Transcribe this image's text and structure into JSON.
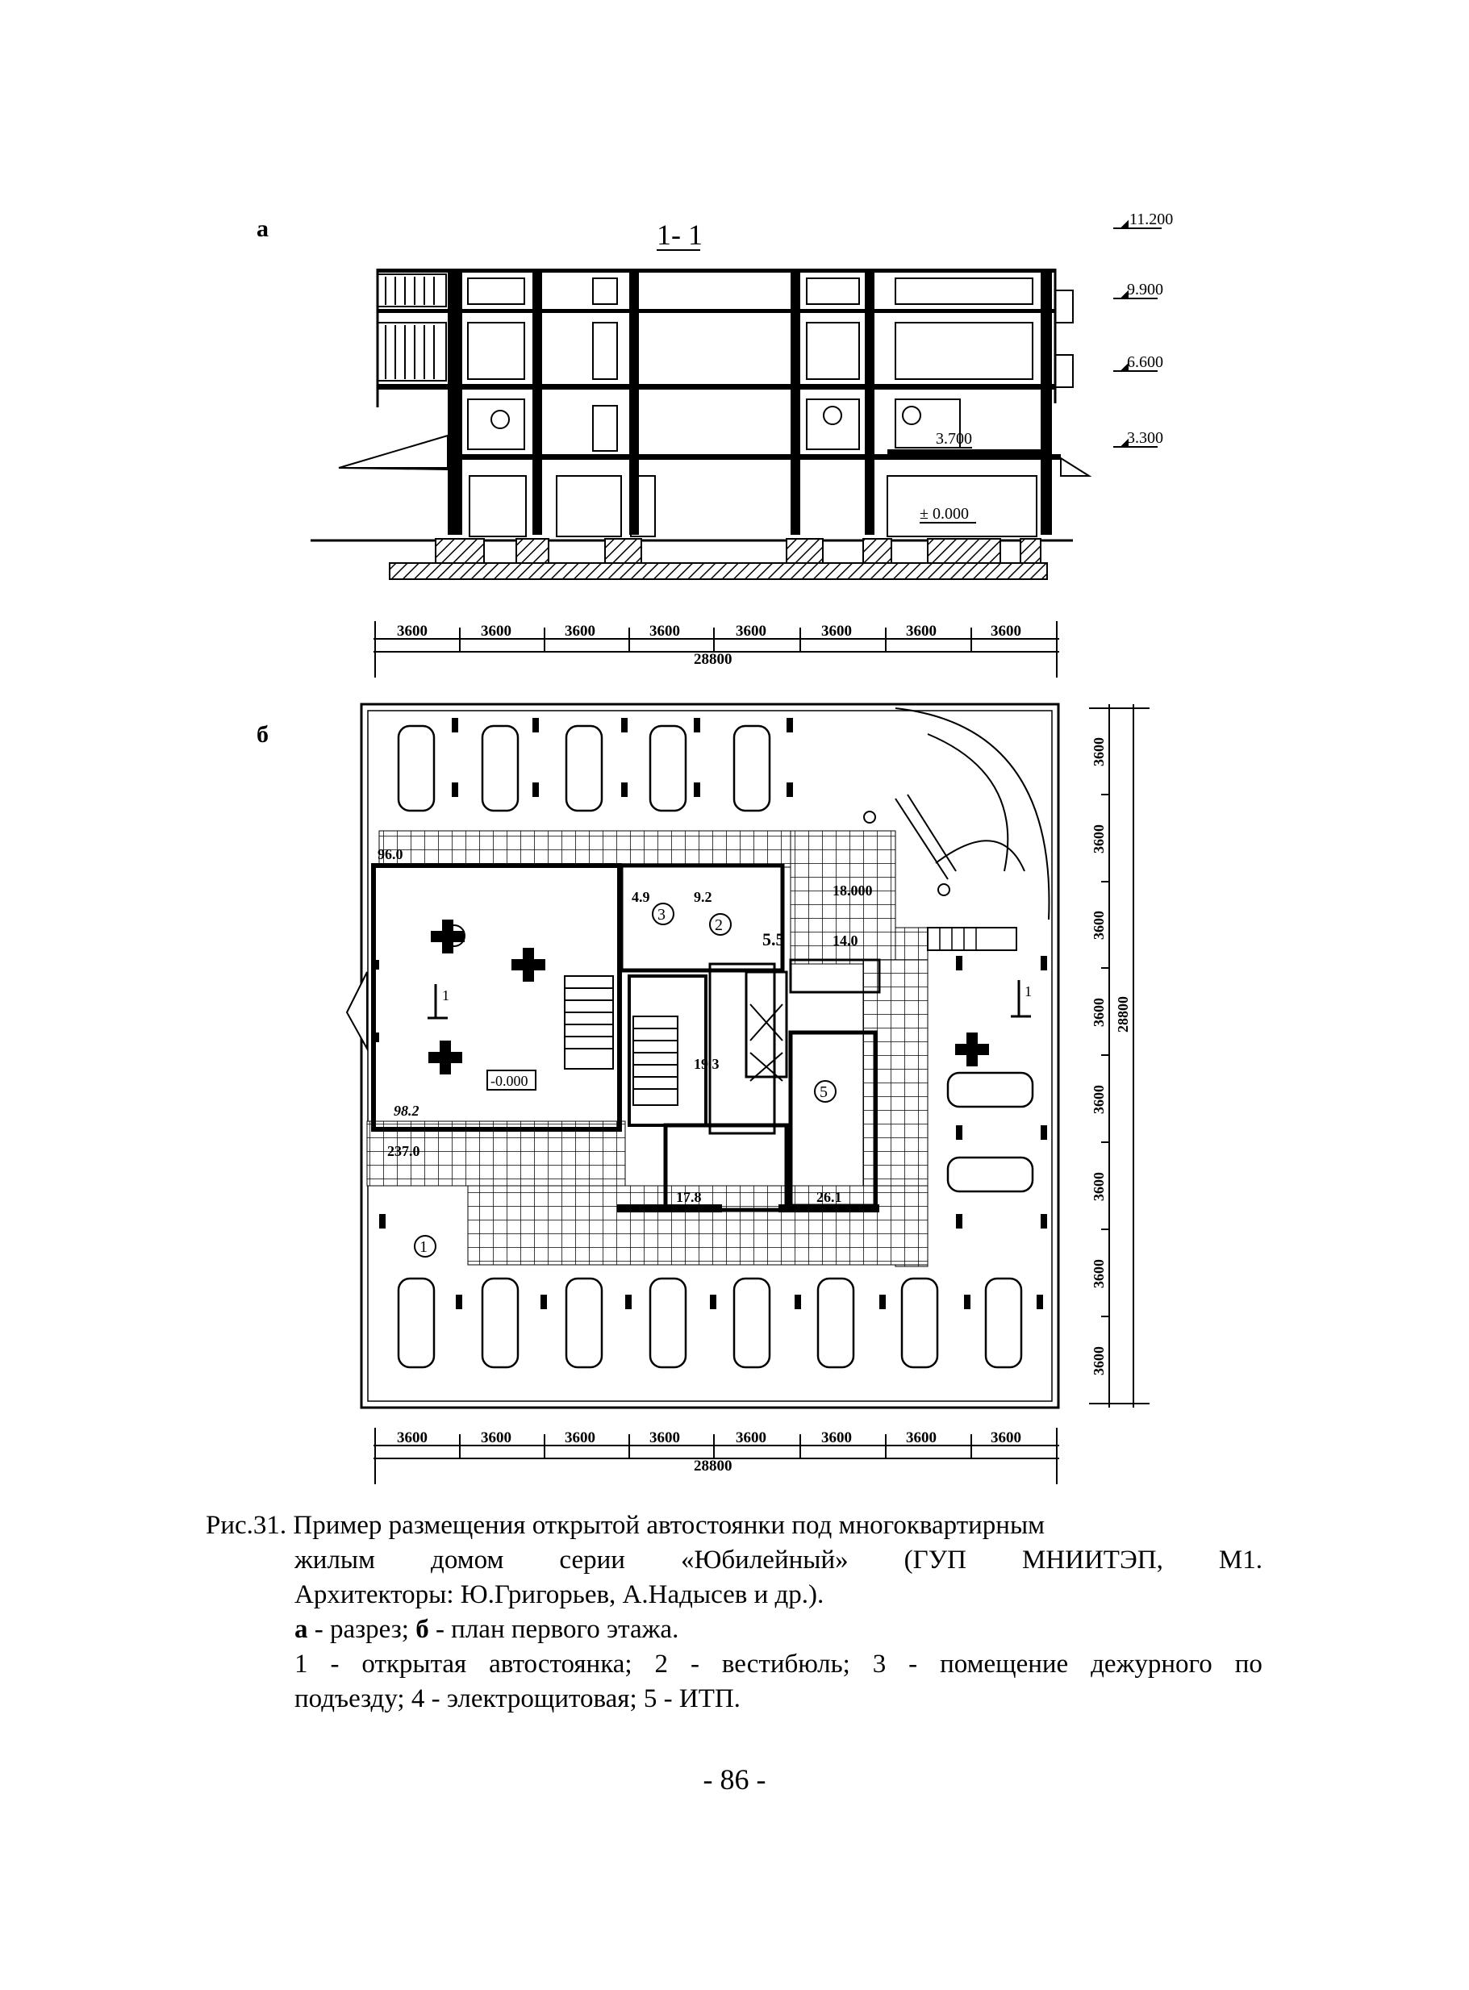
{
  "figure": {
    "panel_a_label": "а",
    "panel_b_label": "б",
    "section_title": "1- 1",
    "elevations": [
      "11.200",
      "9.900",
      "6.600",
      "3.300"
    ],
    "elevation_inner_3700": "3.700",
    "elevation_zero": "± 0.000",
    "dims_a": [
      "3600",
      "3600",
      "3600",
      "3600",
      "3600",
      "3600",
      "3600",
      "3600"
    ],
    "dim_total_a": "28800",
    "dims_b_bottom": [
      "3600",
      "3600",
      "3600",
      "3600",
      "3600",
      "3600",
      "3600",
      "3600"
    ],
    "dim_total_b": "28800",
    "dims_b_right": [
      "3600",
      "3600",
      "3600",
      "3600",
      "3600",
      "3600",
      "3600",
      "3600"
    ],
    "dim_total_b_right": "28800",
    "room_numbers": [
      "1",
      "2",
      "3",
      "4",
      "5"
    ],
    "areas": {
      "a_96": "96.0",
      "a_4_9": "4.9",
      "a_9_2": "9.2",
      "a_18": "18.000",
      "a_5_5": "5.5",
      "a_14": "14.0",
      "a_19_3": "19.3",
      "a_98_2": "98.2",
      "a_237": "237.0",
      "a_17_8": "17.8",
      "a_26_1": "26.1",
      "a_zero": "-0.000"
    },
    "cut_mark": "1"
  },
  "caption": {
    "line1": "Рис.31. Пример размещения открытой автостоянки под многоквартирным",
    "line2_words": [
      "жилым",
      "домом",
      "серии",
      "«Юбилейный»",
      "(ГУП",
      "МНИИТЭП,",
      "М1."
    ],
    "line3": "Архитекторы: Ю.Григорьев, А.Надысев и др.).",
    "line4_a_bold": "а",
    "line4_a_text": " - разрез; ",
    "line4_b_bold": "б",
    "line4_b_text": " - план первого этажа.",
    "line5_words": [
      "1",
      "-",
      "открытая",
      "автостоянка;",
      "2",
      "-",
      "вестибюль;",
      "3",
      "-",
      "помещение",
      "дежурного",
      "по"
    ],
    "line6": "подъезду; 4 - электрощитовая; 5 - ИТП."
  },
  "page_number": "- 86 -"
}
